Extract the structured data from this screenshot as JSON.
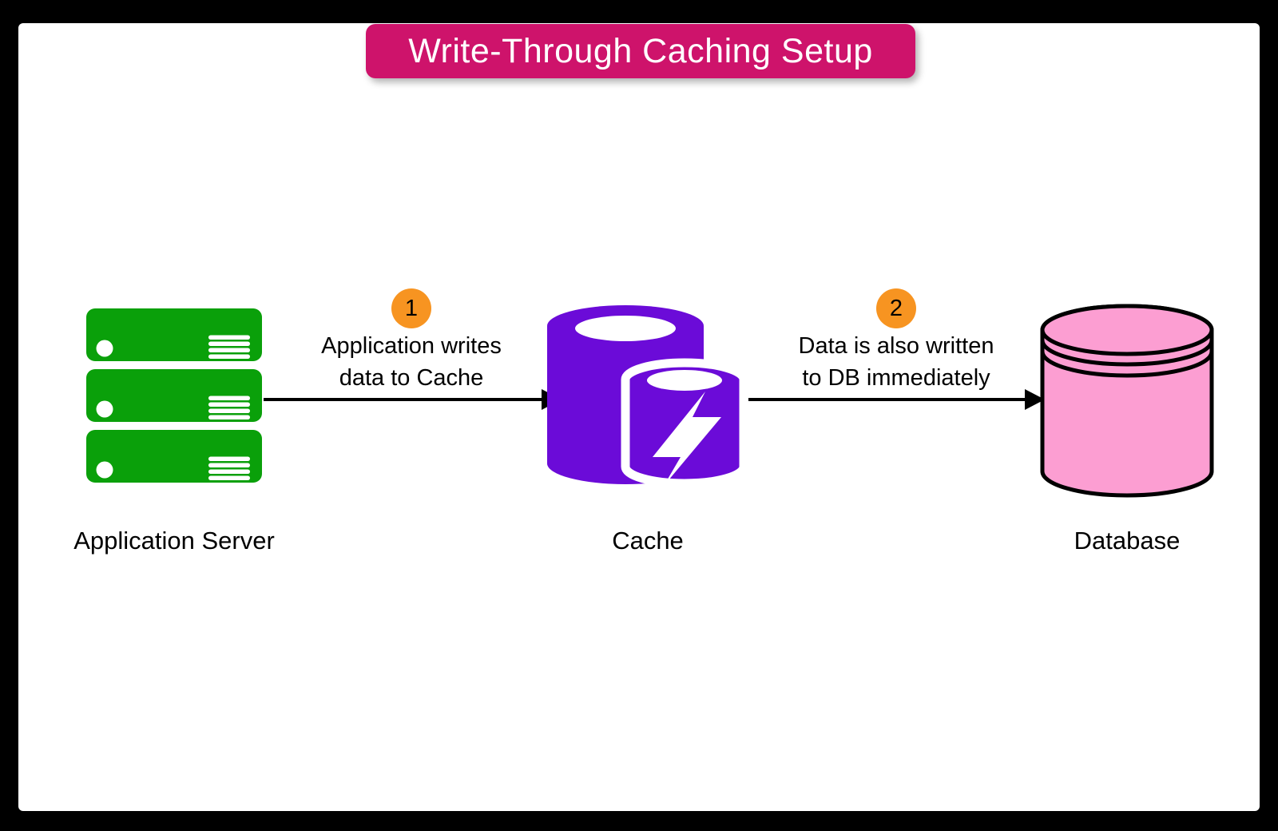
{
  "title": "Write-Through Caching Setup",
  "colors": {
    "frame": "#000000",
    "canvas": "#ffffff",
    "title_banner": "#ce136b",
    "title_text": "#ffffff",
    "server_green": "#0aa00a",
    "cache_purple": "#6b0bd8",
    "database_pink": "#fc9ed2",
    "step_badge_orange": "#f79421",
    "arrow_black": "#000000",
    "label_text": "#000000"
  },
  "nodes": [
    {
      "id": "app-server",
      "label": "Application Server",
      "icon": "server-stack-icon"
    },
    {
      "id": "cache",
      "label": "Cache",
      "icon": "cache-lightning-cylinder-icon"
    },
    {
      "id": "database",
      "label": "Database",
      "icon": "database-cylinder-icon"
    }
  ],
  "flows": [
    {
      "step": "1",
      "from": "app-server",
      "to": "cache",
      "label_lines": [
        "Application writes",
        "data to Cache"
      ]
    },
    {
      "step": "2",
      "from": "cache",
      "to": "database",
      "label_lines": [
        "Data is also written",
        "to DB immediately"
      ]
    }
  ]
}
